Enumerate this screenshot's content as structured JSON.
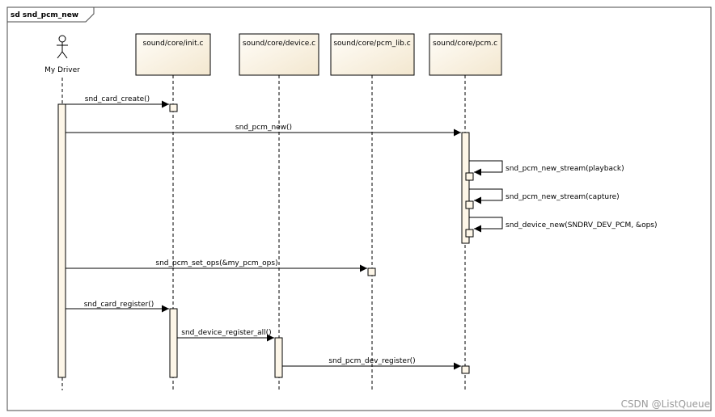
{
  "diagram": {
    "frame_title": "sd snd_pcm_new",
    "actor": {
      "name": "My Driver"
    },
    "participants": [
      {
        "id": "init",
        "label": "sound/core/init.c"
      },
      {
        "id": "device",
        "label": "sound/core/device.c"
      },
      {
        "id": "pcmlib",
        "label": "sound/core/pcm_lib.c"
      },
      {
        "id": "pcm",
        "label": "sound/core/pcm.c"
      }
    ],
    "messages": [
      {
        "label": "snd_card_create()",
        "from": "driver",
        "to": "init"
      },
      {
        "label": "snd_pcm_new()",
        "from": "driver",
        "to": "pcm"
      },
      {
        "label": "snd_pcm_new_stream(playback)",
        "from": "pcm",
        "to": "pcm"
      },
      {
        "label": "snd_pcm_new_stream(capture)",
        "from": "pcm",
        "to": "pcm"
      },
      {
        "label": "snd_device_new(SNDRV_DEV_PCM, &ops)",
        "from": "pcm",
        "to": "pcm"
      },
      {
        "label": "snd_pcm_set_ops(&my_pcm_ops)",
        "from": "driver",
        "to": "pcmlib"
      },
      {
        "label": "snd_card_register()",
        "from": "driver",
        "to": "init"
      },
      {
        "label": "snd_device_register_all()",
        "from": "init",
        "to": "device"
      },
      {
        "label": "snd_pcm_dev_register()",
        "from": "device",
        "to": "pcm"
      }
    ],
    "colors": {
      "box_fill": "#fdf6e8",
      "line": "#000000",
      "frame": "#4a4a4a"
    }
  },
  "watermark": "CSDN @ListQueue"
}
